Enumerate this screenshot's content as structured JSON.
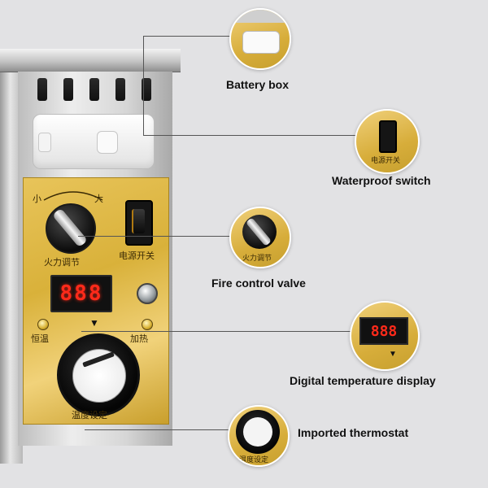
{
  "callouts": {
    "battery_box": "Battery box",
    "waterproof_switch": "Waterproof switch",
    "fire_control_valve": "Fire control valve",
    "digital_display": "Digital temperature display",
    "thermostat": "Imported thermostat"
  },
  "panel": {
    "scale_small": "小",
    "scale_large": "大",
    "fire_adjust": "火力调节",
    "power_switch": "电源开关",
    "constant_temp": "恒温",
    "heating": "加热",
    "temp_setting": "温度设定",
    "display_readout": "888",
    "arrow": "▼"
  },
  "colors": {
    "panel_gold": "#d9b13a",
    "led_digits": "#ff2a1a",
    "background": "#e2e2e4"
  },
  "icons": [
    "battery-box-icon",
    "rocker-switch-icon",
    "control-knob-icon",
    "thermostat-dial-icon",
    "indicator-led-icon"
  ]
}
